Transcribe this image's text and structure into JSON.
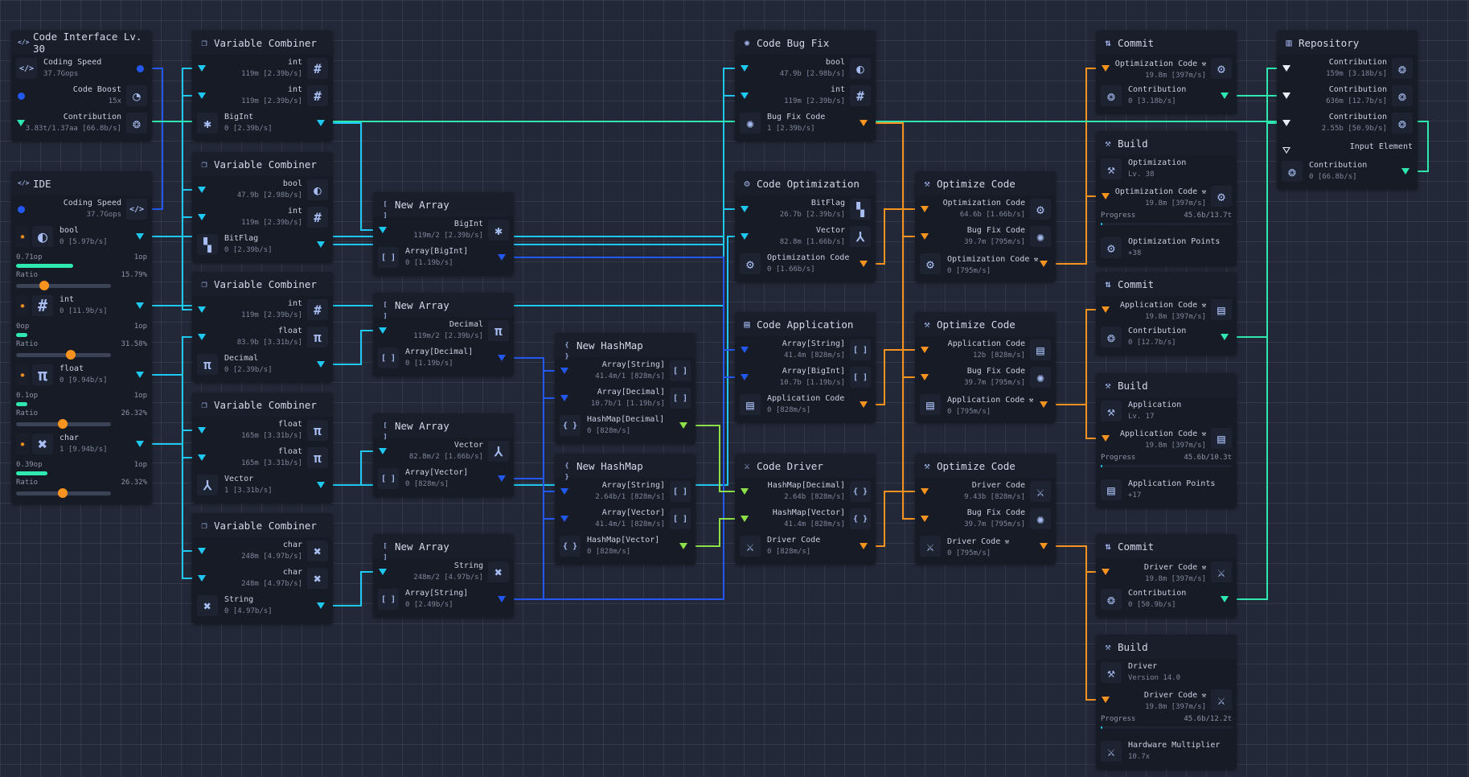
{
  "colors": {
    "cyan": "#1ec8f0",
    "blue": "#2358f0",
    "teal": "#2ee8b0",
    "orange": "#f7931e",
    "lime": "#8ee04a",
    "white": "#e8ecf5"
  },
  "nodes": [
    {
      "id": "ci",
      "title": "Code Interface Lv. 30",
      "title_icon": "code-icon",
      "rows": [
        {
          "kind": "out",
          "label": "Coding Speed",
          "value": "37.7Gops",
          "icon": "code-icon",
          "port": "blue",
          "shape": "dot"
        },
        {
          "kind": "in",
          "label": "Code Boost",
          "value": "15x",
          "icon": "boost-icon",
          "port": "blue",
          "shape": "dot"
        },
        {
          "kind": "in",
          "label": "Contribution",
          "value": "3.83t/1.37aa [66.8b/s]",
          "icon": "medal-icon",
          "port": "teal"
        }
      ]
    },
    {
      "id": "ide",
      "title": "IDE",
      "title_icon": "code-icon",
      "rows": [
        {
          "kind": "in",
          "label": "Coding Speed",
          "value": "37.7Gops",
          "icon": "code-icon",
          "port": "blue",
          "shape": "dot"
        },
        {
          "kind": "res",
          "label": "bool",
          "value": "0 [5.97b/s]",
          "icon": "bool-icon",
          "port": "cyan",
          "prog_left": "0.71op",
          "prog_right": "1op",
          "prog_level": 0.71,
          "ratio_label": "Ratio",
          "ratio_value": "15.79%",
          "slider_level": 0.3
        },
        {
          "kind": "res",
          "label": "int",
          "value": "0 [11.9b/s]",
          "icon": "int-icon",
          "port": "cyan",
          "prog_left": "0op",
          "prog_right": "1op",
          "prog_level": 0,
          "ratio_label": "Ratio",
          "ratio_value": "31.58%",
          "slider_level": 0.58
        },
        {
          "kind": "res",
          "label": "float",
          "value": "0 [9.94b/s]",
          "icon": "float-icon",
          "port": "cyan",
          "prog_left": "0.1op",
          "prog_right": "1op",
          "prog_level": 0.1,
          "ratio_label": "Ratio",
          "ratio_value": "26.32%",
          "slider_level": 0.49
        },
        {
          "kind": "res",
          "label": "char",
          "value": "1 [9.94b/s]",
          "icon": "char-icon",
          "port": "cyan",
          "prog_left": "0.39op",
          "prog_right": "1op",
          "prog_level": 0.39,
          "ratio_label": "Ratio",
          "ratio_value": "26.32%",
          "slider_level": 0.49
        }
      ]
    },
    {
      "id": "vc1",
      "title": "Variable Combiner",
      "title_icon": "combine-icon",
      "rows": [
        {
          "kind": "in",
          "label": "int",
          "value": "119m [2.39b/s]",
          "icon": "int-icon",
          "port": "cyan"
        },
        {
          "kind": "in",
          "label": "int",
          "value": "119m [2.39b/s]",
          "icon": "int-icon",
          "port": "cyan"
        },
        {
          "kind": "out",
          "label": "BigInt",
          "value": "0 [2.39b/s]",
          "icon": "bigint-icon",
          "port": "cyan"
        }
      ]
    },
    {
      "id": "vc2",
      "title": "Variable Combiner",
      "title_icon": "combine-icon",
      "rows": [
        {
          "kind": "in",
          "label": "bool",
          "value": "47.9b [2.98b/s]",
          "icon": "bool-icon",
          "port": "cyan"
        },
        {
          "kind": "in",
          "label": "int",
          "value": "119m [2.39b/s]",
          "icon": "int-icon",
          "port": "cyan"
        },
        {
          "kind": "out",
          "label": "BitFlag",
          "value": "0 [2.39b/s]",
          "icon": "bitflag-icon",
          "port": "cyan"
        }
      ]
    },
    {
      "id": "vc3",
      "title": "Variable Combiner",
      "title_icon": "combine-icon",
      "rows": [
        {
          "kind": "in",
          "label": "int",
          "value": "119m [2.39b/s]",
          "icon": "int-icon",
          "port": "cyan"
        },
        {
          "kind": "in",
          "label": "float",
          "value": "83.9b [3.31b/s]",
          "icon": "float-icon",
          "port": "cyan"
        },
        {
          "kind": "out",
          "label": "Decimal",
          "value": "0 [2.39b/s]",
          "icon": "float-icon",
          "port": "cyan"
        }
      ]
    },
    {
      "id": "vc4",
      "title": "Variable Combiner",
      "title_icon": "combine-icon",
      "rows": [
        {
          "kind": "in",
          "label": "float",
          "value": "165m [3.31b/s]",
          "icon": "float-icon",
          "port": "cyan"
        },
        {
          "kind": "in",
          "label": "float",
          "value": "165m [3.31b/s]",
          "icon": "float-icon",
          "port": "cyan"
        },
        {
          "kind": "out",
          "label": "Vector",
          "value": "1 [3.31b/s]",
          "icon": "vector-icon",
          "port": "cyan"
        }
      ]
    },
    {
      "id": "vc5",
      "title": "Variable Combiner",
      "title_icon": "combine-icon",
      "rows": [
        {
          "kind": "in",
          "label": "char",
          "value": "248m [4.97b/s]",
          "icon": "char-icon",
          "port": "cyan"
        },
        {
          "kind": "in",
          "label": "char",
          "value": "248m [4.97b/s]",
          "icon": "char-icon",
          "port": "cyan"
        },
        {
          "kind": "out",
          "label": "String",
          "value": "0 [4.97b/s]",
          "icon": "char-icon",
          "port": "cyan"
        }
      ]
    },
    {
      "id": "na1",
      "title": "New Array",
      "title_icon": "array-icon",
      "rows": [
        {
          "kind": "in",
          "label": "BigInt",
          "value": "119m/2 [2.39b/s]",
          "icon": "bigint-icon",
          "port": "cyan"
        },
        {
          "kind": "out",
          "label": "Array[BigInt]",
          "value": "0 [1.19b/s]",
          "icon": "array-icon",
          "port": "blue"
        }
      ]
    },
    {
      "id": "na2",
      "title": "New Array",
      "title_icon": "array-icon",
      "rows": [
        {
          "kind": "in",
          "label": "Decimal",
          "value": "119m/2 [2.39b/s]",
          "icon": "float-icon",
          "port": "cyan"
        },
        {
          "kind": "out",
          "label": "Array[Decimal]",
          "value": "0 [1.19b/s]",
          "icon": "array-icon",
          "port": "blue"
        }
      ]
    },
    {
      "id": "na3",
      "title": "New Array",
      "title_icon": "array-icon",
      "rows": [
        {
          "kind": "in",
          "label": "Vector",
          "value": "82.8m/2 [1.66b/s]",
          "icon": "vector-icon",
          "port": "cyan"
        },
        {
          "kind": "out",
          "label": "Array[Vector]",
          "value": "0 [828m/s]",
          "icon": "array-icon",
          "port": "blue"
        }
      ]
    },
    {
      "id": "na4",
      "title": "New Array",
      "title_icon": "array-icon",
      "rows": [
        {
          "kind": "in",
          "label": "String",
          "value": "248m/2 [4.97b/s]",
          "icon": "char-icon",
          "port": "cyan"
        },
        {
          "kind": "out",
          "label": "Array[String]",
          "value": "0 [2.49b/s]",
          "icon": "array-icon",
          "port": "blue"
        }
      ]
    },
    {
      "id": "hm1",
      "title": "New HashMap",
      "title_icon": "hashmap-icon",
      "rows": [
        {
          "kind": "in",
          "label": "Array[String]",
          "value": "41.4m/1 [828m/s]",
          "icon": "array-icon",
          "port": "blue"
        },
        {
          "kind": "in",
          "label": "Array[Decimal]",
          "value": "10.7b/1 [1.19b/s]",
          "icon": "array-icon",
          "port": "blue"
        },
        {
          "kind": "out",
          "label": "HashMap[Decimal]",
          "value": "0 [828m/s]",
          "icon": "hashmap-icon",
          "port": "lime"
        }
      ]
    },
    {
      "id": "hm2",
      "title": "New HashMap",
      "title_icon": "hashmap-icon",
      "rows": [
        {
          "kind": "in",
          "label": "Array[String]",
          "value": "2.64b/1 [828m/s]",
          "icon": "array-icon",
          "port": "blue"
        },
        {
          "kind": "in",
          "label": "Array[Vector]",
          "value": "41.4m/1 [828m/s]",
          "icon": "array-icon",
          "port": "blue"
        },
        {
          "kind": "out",
          "label": "HashMap[Vector]",
          "value": "0 [828m/s]",
          "icon": "hashmap-icon",
          "port": "lime"
        }
      ]
    },
    {
      "id": "bug",
      "title": "Code Bug Fix",
      "title_icon": "bug-icon",
      "rows": [
        {
          "kind": "in",
          "label": "bool",
          "value": "47.9b [2.98b/s]",
          "icon": "bool-icon",
          "port": "cyan"
        },
        {
          "kind": "in",
          "label": "int",
          "value": "119m [2.39b/s]",
          "icon": "int-icon",
          "port": "cyan"
        },
        {
          "kind": "out",
          "label": "Bug Fix Code",
          "value": "1 [2.39b/s]",
          "icon": "bug-icon",
          "port": "orange"
        }
      ]
    },
    {
      "id": "opt",
      "title": "Code Optimization",
      "title_icon": "optimization-icon",
      "rows": [
        {
          "kind": "in",
          "label": "BitFlag",
          "value": "26.7b [2.39b/s]",
          "icon": "bitflag-icon",
          "port": "cyan"
        },
        {
          "kind": "in",
          "label": "Vector",
          "value": "82.8m [1.66b/s]",
          "icon": "vector-icon",
          "port": "cyan"
        },
        {
          "kind": "out",
          "label": "Optimization Code",
          "value": "0 [1.66b/s]",
          "icon": "optimization-icon",
          "port": "orange"
        }
      ]
    },
    {
      "id": "app",
      "title": "Code Application",
      "title_icon": "application-icon",
      "rows": [
        {
          "kind": "in",
          "label": "Array[String]",
          "value": "41.4m [828m/s]",
          "icon": "array-icon",
          "port": "blue"
        },
        {
          "kind": "in",
          "label": "Array[BigInt]",
          "value": "10.7b [1.19b/s]",
          "icon": "array-icon",
          "port": "blue"
        },
        {
          "kind": "out",
          "label": "Application Code",
          "value": "0 [828m/s]",
          "icon": "application-icon",
          "port": "orange"
        }
      ]
    },
    {
      "id": "drv",
      "title": "Code Driver",
      "title_icon": "driver-icon",
      "rows": [
        {
          "kind": "in",
          "label": "HashMap[Decimal]",
          "value": "2.64b [828m/s]",
          "icon": "hashmap-icon",
          "port": "lime"
        },
        {
          "kind": "in",
          "label": "HashMap[Vector]",
          "value": "41.4m [828m/s]",
          "icon": "hashmap-icon",
          "port": "lime"
        },
        {
          "kind": "out",
          "label": "Driver Code",
          "value": "0 [828m/s]",
          "icon": "driver-icon",
          "port": "orange"
        }
      ]
    },
    {
      "id": "oc1",
      "title": "Optimize Code",
      "title_icon": "wrench-icon",
      "rows": [
        {
          "kind": "in",
          "label": "Optimization Code",
          "value": "64.6b [1.66b/s]",
          "icon": "optimization-icon",
          "port": "orange"
        },
        {
          "kind": "in",
          "label": "Bug Fix Code",
          "value": "39.7m [795m/s]",
          "icon": "bug-icon",
          "port": "orange"
        },
        {
          "kind": "out",
          "label": "Optimization Code",
          "wrench": true,
          "value": "0 [795m/s]",
          "icon": "optimization-icon",
          "port": "orange"
        }
      ]
    },
    {
      "id": "oc2",
      "title": "Optimize Code",
      "title_icon": "wrench-icon",
      "rows": [
        {
          "kind": "in",
          "label": "Application Code",
          "value": "12b [828m/s]",
          "icon": "application-icon",
          "port": "orange"
        },
        {
          "kind": "in",
          "label": "Bug Fix Code",
          "value": "39.7m [795m/s]",
          "icon": "bug-icon",
          "port": "orange"
        },
        {
          "kind": "out",
          "label": "Application Code",
          "wrench": true,
          "value": "0 [795m/s]",
          "icon": "application-icon",
          "port": "orange"
        }
      ]
    },
    {
      "id": "oc3",
      "title": "Optimize Code",
      "title_icon": "wrench-icon",
      "rows": [
        {
          "kind": "in",
          "label": "Driver Code",
          "value": "9.43b [828m/s]",
          "icon": "driver-icon",
          "port": "orange"
        },
        {
          "kind": "in",
          "label": "Bug Fix Code",
          "value": "39.7m [795m/s]",
          "icon": "bug-icon",
          "port": "orange"
        },
        {
          "kind": "out",
          "label": "Driver Code",
          "wrench": true,
          "value": "0 [795m/s]",
          "icon": "driver-icon",
          "port": "orange"
        }
      ]
    },
    {
      "id": "cm1",
      "title": "Commit",
      "title_icon": "commit-icon",
      "rows": [
        {
          "kind": "in",
          "label": "Optimization Code",
          "wrench": true,
          "value": "19.8m [397m/s]",
          "icon": "optimization-icon",
          "port": "orange"
        },
        {
          "kind": "out",
          "label": "Contribution",
          "value": "0 [3.18b/s]",
          "icon": "medal-icon",
          "port": "teal"
        }
      ]
    },
    {
      "id": "b1",
      "title": "Build",
      "title_icon": "hammer-icon",
      "rows": [
        {
          "kind": "info",
          "label": "Optimization",
          "value": "Lv. 38",
          "icon": "hammer-icon"
        },
        {
          "kind": "in",
          "label": "Optimization Code",
          "wrench": true,
          "value": "19.8m [397m/s]",
          "icon": "optimization-icon",
          "port": "orange"
        },
        {
          "kind": "progress",
          "label": "Progress",
          "value": "45.6b/13.7t",
          "level": 0.003
        },
        {
          "kind": "info",
          "label": "Optimization Points",
          "value": "+38",
          "icon": "optimization-icon"
        }
      ]
    },
    {
      "id": "cm2",
      "title": "Commit",
      "title_icon": "commit-icon",
      "rows": [
        {
          "kind": "in",
          "label": "Application Code",
          "wrench": true,
          "value": "19.8m [397m/s]",
          "icon": "application-icon",
          "port": "orange"
        },
        {
          "kind": "out",
          "label": "Contribution",
          "value": "0 [12.7b/s]",
          "icon": "medal-icon",
          "port": "teal"
        }
      ]
    },
    {
      "id": "b2",
      "title": "Build",
      "title_icon": "hammer-icon",
      "rows": [
        {
          "kind": "info",
          "label": "Application",
          "value": "Lv. 17",
          "icon": "hammer-icon"
        },
        {
          "kind": "in",
          "label": "Application Code",
          "wrench": true,
          "value": "19.8m [397m/s]",
          "icon": "application-icon",
          "port": "orange"
        },
        {
          "kind": "progress",
          "label": "Progress",
          "value": "45.6b/10.3t",
          "level": 0.004
        },
        {
          "kind": "info",
          "label": "Application Points",
          "value": "+17",
          "icon": "application-icon"
        }
      ]
    },
    {
      "id": "cm3",
      "title": "Commit",
      "title_icon": "commit-icon",
      "rows": [
        {
          "kind": "in",
          "label": "Driver Code",
          "wrench": true,
          "value": "19.8m [397m/s]",
          "icon": "driver-icon",
          "port": "orange"
        },
        {
          "kind": "out",
          "label": "Contribution",
          "value": "0 [50.9b/s]",
          "icon": "medal-icon",
          "port": "teal"
        }
      ]
    },
    {
      "id": "b3",
      "title": "Build",
      "title_icon": "hammer-icon",
      "rows": [
        {
          "kind": "info",
          "label": "Driver",
          "value": "Version 14.0",
          "icon": "hammer-icon"
        },
        {
          "kind": "in",
          "label": "Driver Code",
          "wrench": true,
          "value": "19.8m [397m/s]",
          "icon": "driver-icon",
          "port": "orange"
        },
        {
          "kind": "progress",
          "label": "Progress",
          "value": "45.6b/12.2t",
          "level": 0.004
        },
        {
          "kind": "info",
          "label": "Hardware Multiplier",
          "value": "10.7x",
          "icon": "driver-icon"
        }
      ]
    },
    {
      "id": "repo",
      "title": "Repository",
      "title_icon": "repository-icon",
      "rows": [
        {
          "kind": "in",
          "label": "Contribution",
          "value": "159m [3.18b/s]",
          "icon": "medal-icon",
          "port": "white"
        },
        {
          "kind": "in",
          "label": "Contribution",
          "value": "636m [12.7b/s]",
          "icon": "medal-icon",
          "port": "white"
        },
        {
          "kind": "in",
          "label": "Contribution",
          "value": "2.55b [50.9b/s]",
          "icon": "medal-icon",
          "port": "white"
        },
        {
          "kind": "in",
          "label": "Input Element",
          "port": "white",
          "shape": "hollow"
        },
        {
          "kind": "out",
          "label": "Contribution",
          "value": "0 [66.8b/s]",
          "icon": "medal-icon",
          "port": "teal"
        }
      ]
    }
  ]
}
